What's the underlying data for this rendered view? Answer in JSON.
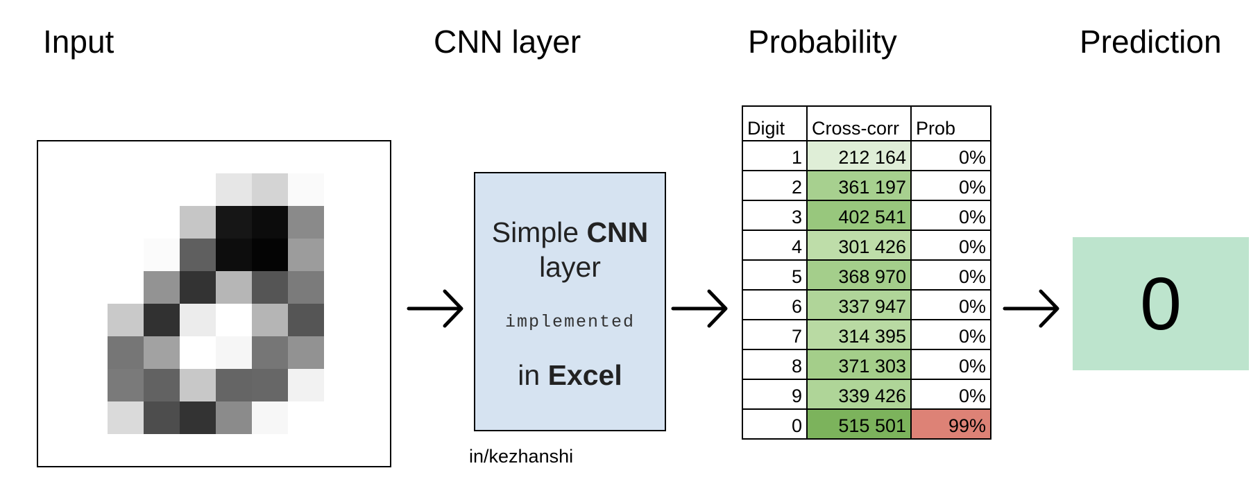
{
  "headings": {
    "input": "Input",
    "cnn": "CNN layer",
    "probability": "Probability",
    "prediction": "Prediction"
  },
  "input_image": {
    "grid_rows": 8,
    "grid_cols": 7,
    "pixels": [
      [
        "#ffffff",
        "#ffffff",
        "#ffffff",
        "#e6e6e6",
        "#d4d4d4",
        "#fafafa",
        "#ffffff"
      ],
      [
        "#ffffff",
        "#ffffff",
        "#c6c6c6",
        "#161616",
        "#0c0c0c",
        "#8a8a8a",
        "#ffffff"
      ],
      [
        "#ffffff",
        "#fbfbfb",
        "#5f5f5f",
        "#0d0d0d",
        "#040404",
        "#9c9c9c",
        "#ffffff"
      ],
      [
        "#ffffff",
        "#939393",
        "#333333",
        "#b6b6b6",
        "#555555",
        "#7b7b7b",
        "#ffffff"
      ],
      [
        "#c9c9c9",
        "#313131",
        "#ececec",
        "#ffffff",
        "#b5b5b5",
        "#555555",
        "#ffffff"
      ],
      [
        "#767676",
        "#a2a2a2",
        "#ffffff",
        "#f6f6f6",
        "#767676",
        "#929292",
        "#ffffff"
      ],
      [
        "#7a7a7a",
        "#626262",
        "#c8c8c8",
        "#656565",
        "#676767",
        "#f2f2f2",
        "#ffffff"
      ],
      [
        "#dadada",
        "#4d4d4d",
        "#333333",
        "#8b8b8b",
        "#f7f7f7",
        "#ffffff",
        "#ffffff"
      ]
    ]
  },
  "cnn_box": {
    "line1_normal": "Simple ",
    "line1_bold": "CNN",
    "line2": "layer",
    "mono": "implemented",
    "line4_normal": "in ",
    "line4_bold": "Excel",
    "background": "#d6e3f1"
  },
  "credit": "in/kezhanshi",
  "probability_table": {
    "headers": [
      "Digit",
      "Cross-corr",
      "Prob"
    ],
    "rows": [
      {
        "digit": "1",
        "corr": "212 164",
        "prob": "0%",
        "corr_color": "#dfeed7",
        "prob_color": "#ffffff"
      },
      {
        "digit": "2",
        "corr": "361 197",
        "prob": "0%",
        "corr_color": "#a7d08f",
        "prob_color": "#ffffff"
      },
      {
        "digit": "3",
        "corr": "402 541",
        "prob": "0%",
        "corr_color": "#98c77d",
        "prob_color": "#ffffff"
      },
      {
        "digit": "4",
        "corr": "301 426",
        "prob": "0%",
        "corr_color": "#bedda9",
        "prob_color": "#ffffff"
      },
      {
        "digit": "5",
        "corr": "368 970",
        "prob": "0%",
        "corr_color": "#a4ce8b",
        "prob_color": "#ffffff"
      },
      {
        "digit": "6",
        "corr": "337 947",
        "prob": "0%",
        "corr_color": "#b0d599",
        "prob_color": "#ffffff"
      },
      {
        "digit": "7",
        "corr": "314 395",
        "prob": "0%",
        "corr_color": "#b9daa3",
        "prob_color": "#ffffff"
      },
      {
        "digit": "8",
        "corr": "371 303",
        "prob": "0%",
        "corr_color": "#a4ce8a",
        "prob_color": "#ffffff"
      },
      {
        "digit": "9",
        "corr": "339 426",
        "prob": "0%",
        "corr_color": "#afd598",
        "prob_color": "#ffffff"
      },
      {
        "digit": "0",
        "corr": "515 501",
        "prob": "99%",
        "corr_color": "#7cb35c",
        "prob_color": "#dd8276"
      }
    ]
  },
  "prediction": {
    "value": "0",
    "background": "#bde4cd"
  },
  "icons": [
    "arrow-right-icon"
  ]
}
